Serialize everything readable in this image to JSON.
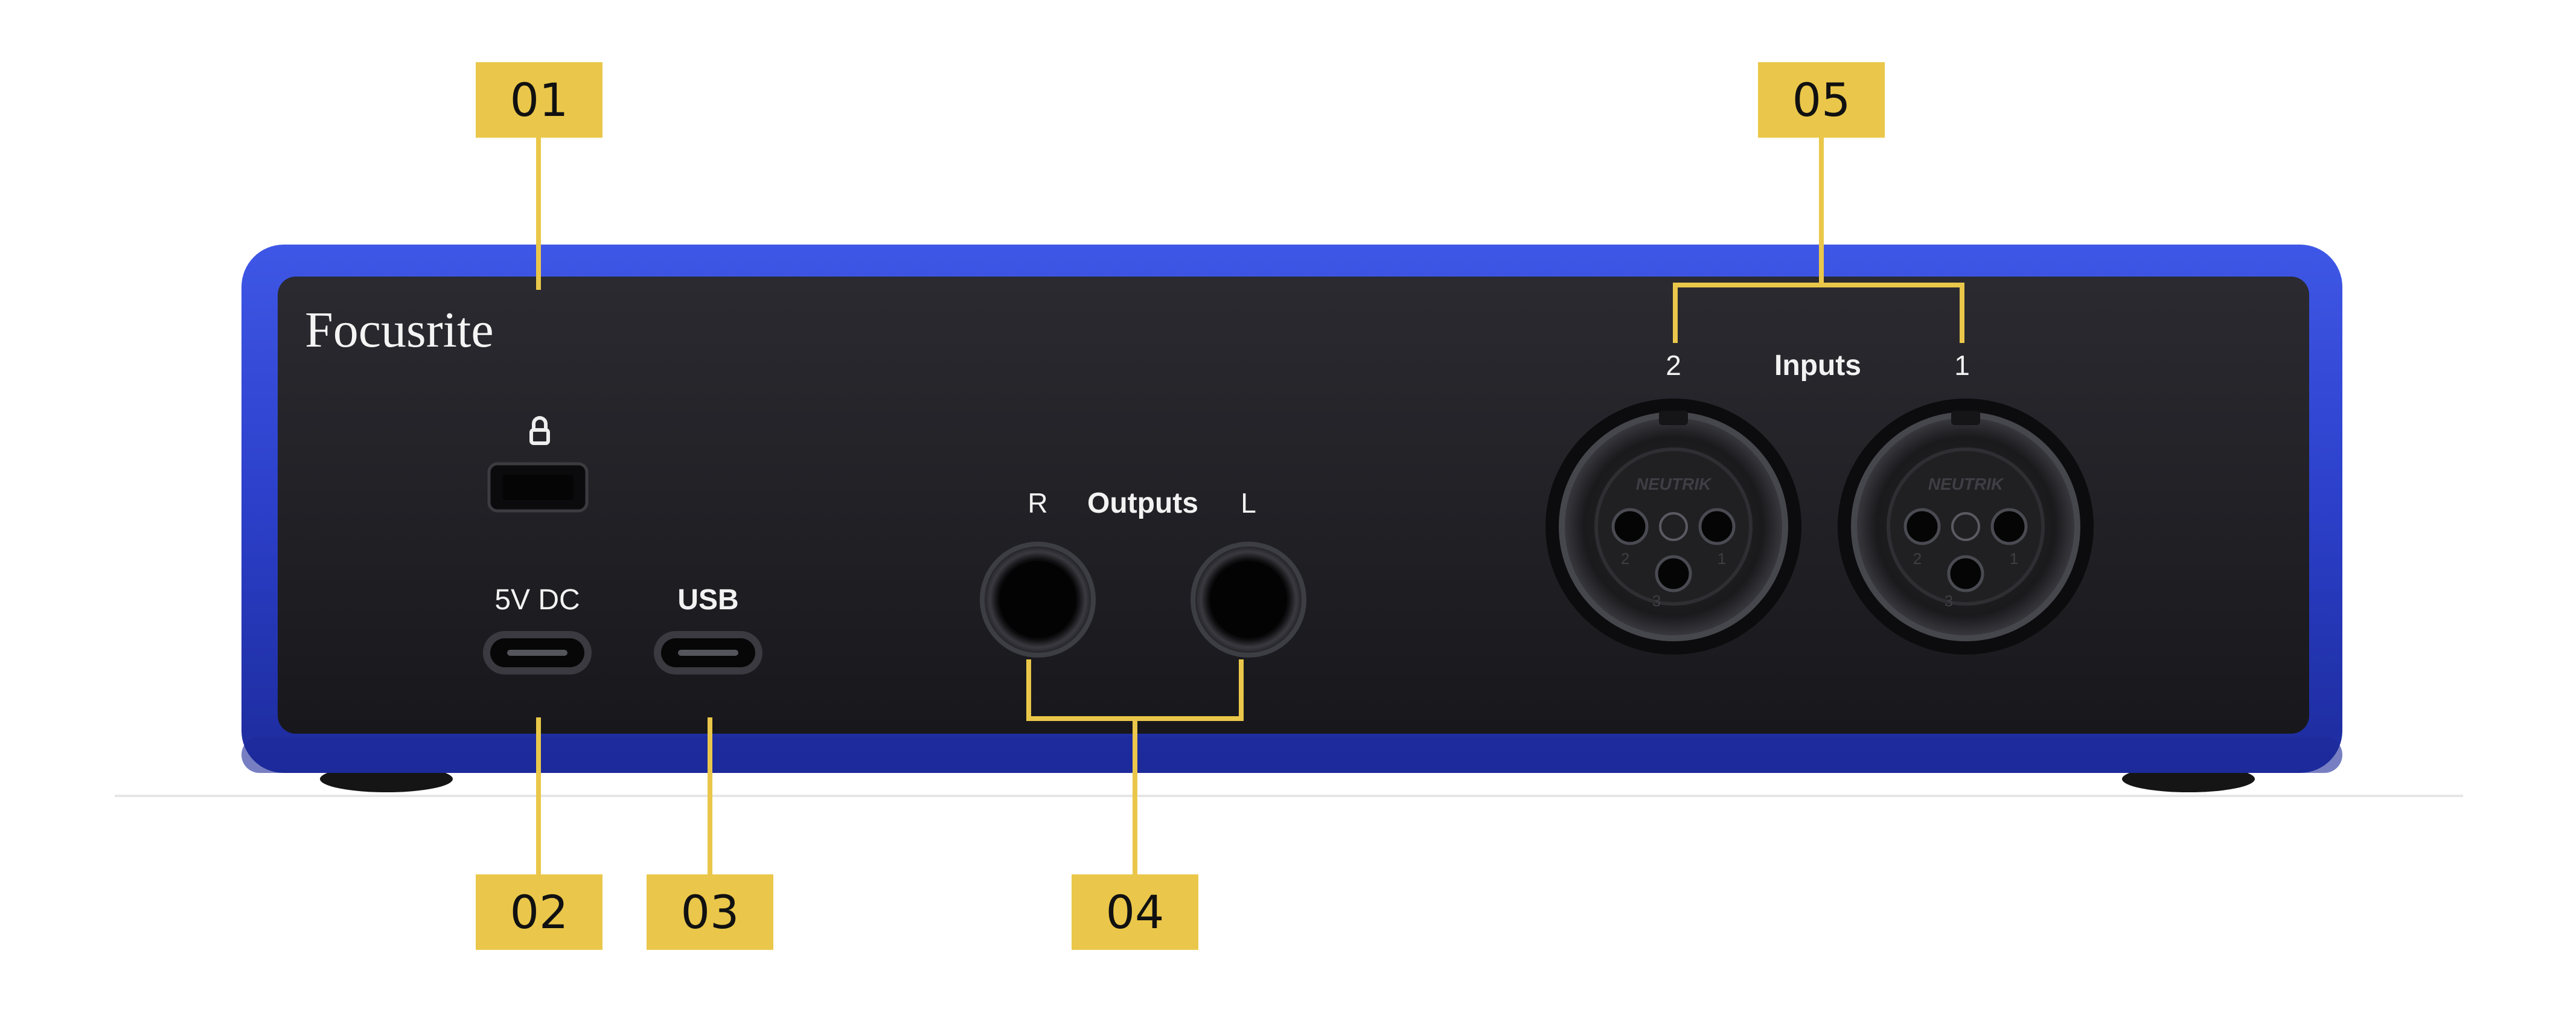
{
  "brand": {
    "logo_text": "Focusrite"
  },
  "panel_labels": {
    "power": "5V DC",
    "usb": "USB",
    "outputs_title": "Outputs",
    "output_right": "R",
    "output_left": "L",
    "inputs_title": "Inputs",
    "input_2": "2",
    "input_1": "1",
    "xlr_brand": "NEUTRIK",
    "xlr_pin_1": "1",
    "xlr_pin_2": "2",
    "xlr_pin_3": "3"
  },
  "callouts": [
    {
      "id": "01"
    },
    {
      "id": "02"
    },
    {
      "id": "03"
    },
    {
      "id": "04"
    },
    {
      "id": "05"
    }
  ],
  "colors": {
    "chassis_blue": "#2b3fc9",
    "chassis_blue_dark": "#1c2a9a",
    "panel_black": "#1f1f24",
    "callout_yellow": "#eac74a",
    "leader_yellow": "#eac74a",
    "label_white": "#f2f2f2"
  },
  "icons": {
    "lock": "kensington-lock-icon"
  }
}
